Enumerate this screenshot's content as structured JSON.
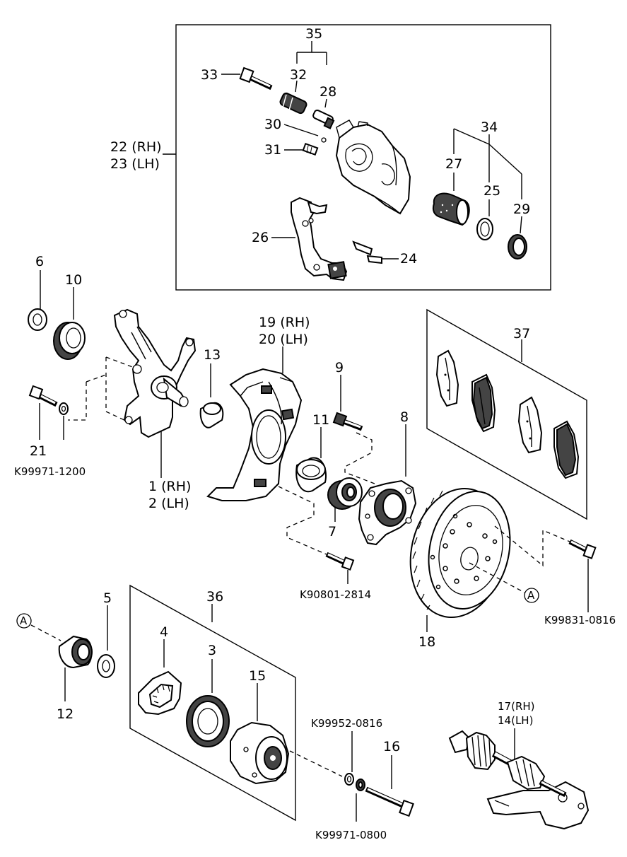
{
  "callouts": {
    "c35": "35",
    "c33": "33",
    "c32": "32",
    "c28": "28",
    "c30": "30",
    "c31": "31",
    "c22": "22 (RH)",
    "c23": "23 (LH)",
    "c34": "34",
    "c27": "27",
    "c25": "25",
    "c29": "29",
    "c26": "26",
    "c24": "24",
    "c6": "6",
    "c10": "10",
    "c19": "19 (RH)",
    "c20": "20 (LH)",
    "c37": "37",
    "c13": "13",
    "c9": "9",
    "c11": "11",
    "c8": "8",
    "c21": "21",
    "c_k99971_1200": "K99971-1200",
    "c1": "1 (RH)",
    "c2": "2 (LH)",
    "c7": "7",
    "c_k90801_2814": "K90801-2814",
    "c18": "18",
    "c_k99831_0816": "K99831-0816",
    "c36": "36",
    "c5": "5",
    "c_a1": "A",
    "c_a2": "A",
    "c4": "4",
    "c3": "3",
    "c15": "15",
    "c12": "12",
    "c17": "17(RH)",
    "c14": "14(LH)",
    "c_k99952_0816": "K99952-0816",
    "c16": "16",
    "c_k99971_0800": "K99971-0800"
  }
}
